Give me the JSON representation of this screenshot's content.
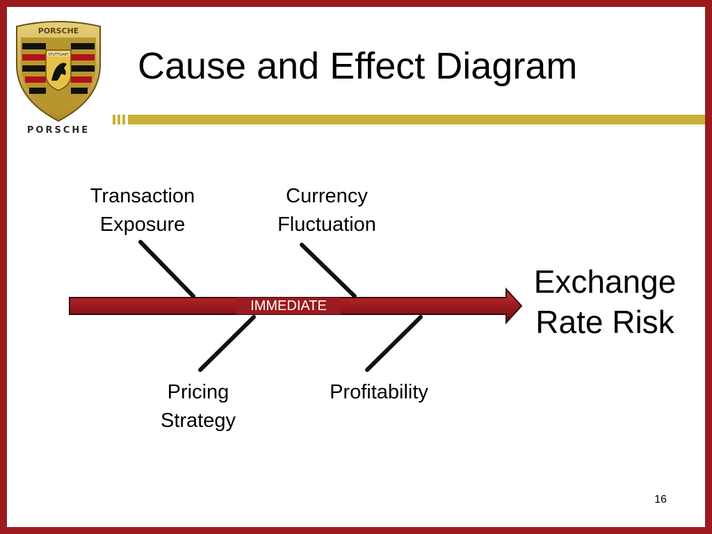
{
  "slide": {
    "title": "Cause and Effect Diagram",
    "page_number": "16"
  },
  "logo": {
    "brand": "PORSCHE",
    "crest_text": "STUTTGART",
    "crest_header": "PORSCHE"
  },
  "fishbone": {
    "effect_line1": "Exchange",
    "effect_line2": "Rate Risk",
    "spine_label": "IMMEDIATE",
    "causes_top": [
      {
        "line1": "Transaction",
        "line2": "Exposure"
      },
      {
        "line1": "Currency",
        "line2": "Fluctuation"
      }
    ],
    "causes_bottom": [
      {
        "line1": "Pricing",
        "line2": "Strategy"
      },
      {
        "line1": "Profitability"
      }
    ]
  },
  "colors": {
    "border": "#9b1b1f",
    "spine_dark": "#7a0f12",
    "spine_light": "#c43030",
    "gold": "#c9b037",
    "bone": "#111111"
  }
}
